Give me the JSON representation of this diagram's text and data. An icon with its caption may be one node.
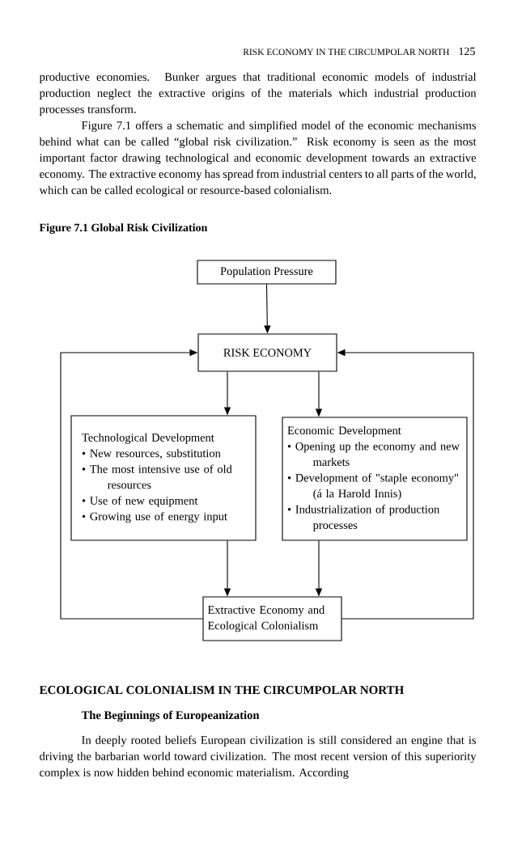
{
  "diagram": {
    "title": "Figure 7.1 Global Risk Civilization",
    "nodes": [
      {
        "text": [
          "Population Pressure"
        ]
      },
      {
        "text": [
          "RISK ECONOMY"
        ]
      },
      {
        "text": [
          "Technological Development",
          "• New resources, substitution",
          "• The most intensive use of old resources",
          "• Use of new equipment",
          "• Growing use of energy input"
        ]
      },
      {
        "text": [
          "Economic Development",
          "• Opening up the economy and new markets",
          "• Development of \"staple economy\" (á la Harold Innis)",
          "• Industrialization of production processes"
        ]
      },
      {
        "text": [
          "Extractive Economy and Ecological Colonialism"
        ]
      }
    ],
    "edges": [
      {
        "from": 0,
        "to": 1,
        "arrow": "to"
      },
      {
        "from": 1,
        "to": 2,
        "arrow": "to"
      },
      {
        "from": 1,
        "to": 3,
        "arrow": "to"
      },
      {
        "from": 2,
        "to": 4,
        "arrow": "to"
      },
      {
        "from": 3,
        "to": 4,
        "arrow": "to"
      },
      {
        "from": 4,
        "to": 1,
        "arrow": "to"
      },
      {
        "from": 4,
        "to": 1,
        "arrow": "to"
      }
    ],
    "labels": [
      "RISK ECONOMY IN THE CIRCUMPOLAR NORTH",
      "125",
      "productive economies. Bunker argues that traditional economic models of industrial production neglect the extractive origins of the materials which industrial production processes transform.",
      "Figure 7.1 offers a schematic and simplified model of the economic mechanisms behind what can be called “global risk civilization.” Risk economy is seen as the most important factor drawing technological and economic development towards an extractive economy. The extractive economy has spread from industrial centers to all parts of the world, which can be called ecological or resource-based colonialism.",
      "ECOLOGICAL COLONIALISM IN THE CIRCUMPOLAR NORTH",
      "The Beginnings of Europeanization",
      "In deeply rooted beliefs European civilization is still considered an engine that is driving the barbarian world toward civilization. The most recent version of this superiority complex is now hidden behind economic materialism. According"
    ]
  }
}
